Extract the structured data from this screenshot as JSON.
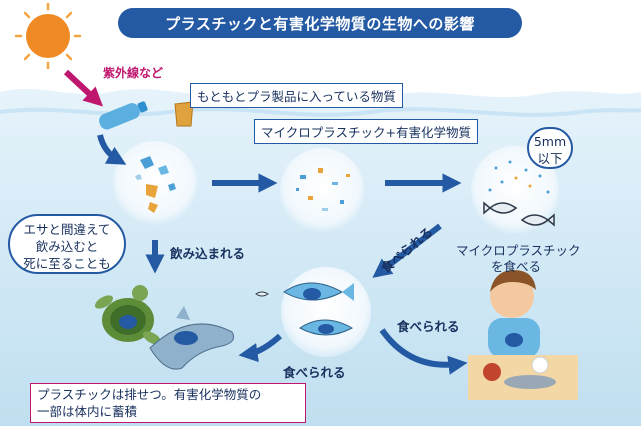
{
  "title": "プラスチックと有害化学物質の生物への影響",
  "labels": {
    "uv": "紫外線など",
    "additives": "もともとプラ製品に入っている物質",
    "micro_plus": "マイクロプラスチック+有害化学物質",
    "size_line1": "5mm",
    "size_line2": "以下",
    "swallowed": "飲み込まれる",
    "mistake_line1": "エサと間違えて",
    "mistake_line2": "飲み込むと",
    "mistake_line3": "死に至ることも",
    "eaten_diag": "食べられる",
    "fish_eat_line1": "マイクロプラスチック",
    "fish_eat_line2": "を食べる",
    "eaten_right": "食べられる",
    "eaten_left": "食べられる",
    "excrete_line1": "プラスチックは排せつ。有害化学物質の",
    "excrete_line2": "一部は体内に蓄積"
  },
  "colors": {
    "title_bg": "#2459a3",
    "arrow": "#2459a3",
    "uv_arrow": "#c0176e",
    "sea": "#dbeef8",
    "sun": "#f08a24"
  }
}
